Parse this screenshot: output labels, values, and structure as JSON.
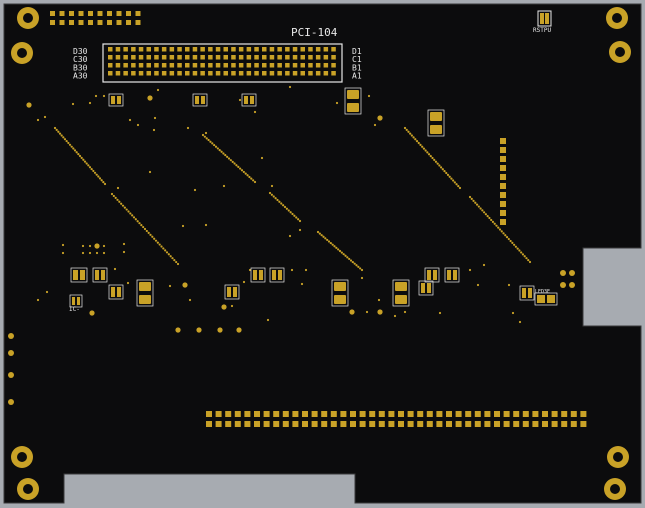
{
  "board": {
    "connector_title": "PCI-104",
    "row_labels_left": [
      "D30",
      "C30",
      "B30",
      "A30"
    ],
    "row_labels_right": [
      "D1",
      "C1",
      "B1",
      "A1"
    ],
    "top_right_label": "RSTPU",
    "misc_labels": [
      "IC-",
      "LED3E"
    ]
  },
  "colors": {
    "board": "#0c0c0d",
    "cutout": "#a7abb1",
    "copper": "#c9a227",
    "silkscreen": "#e8e8e8"
  }
}
